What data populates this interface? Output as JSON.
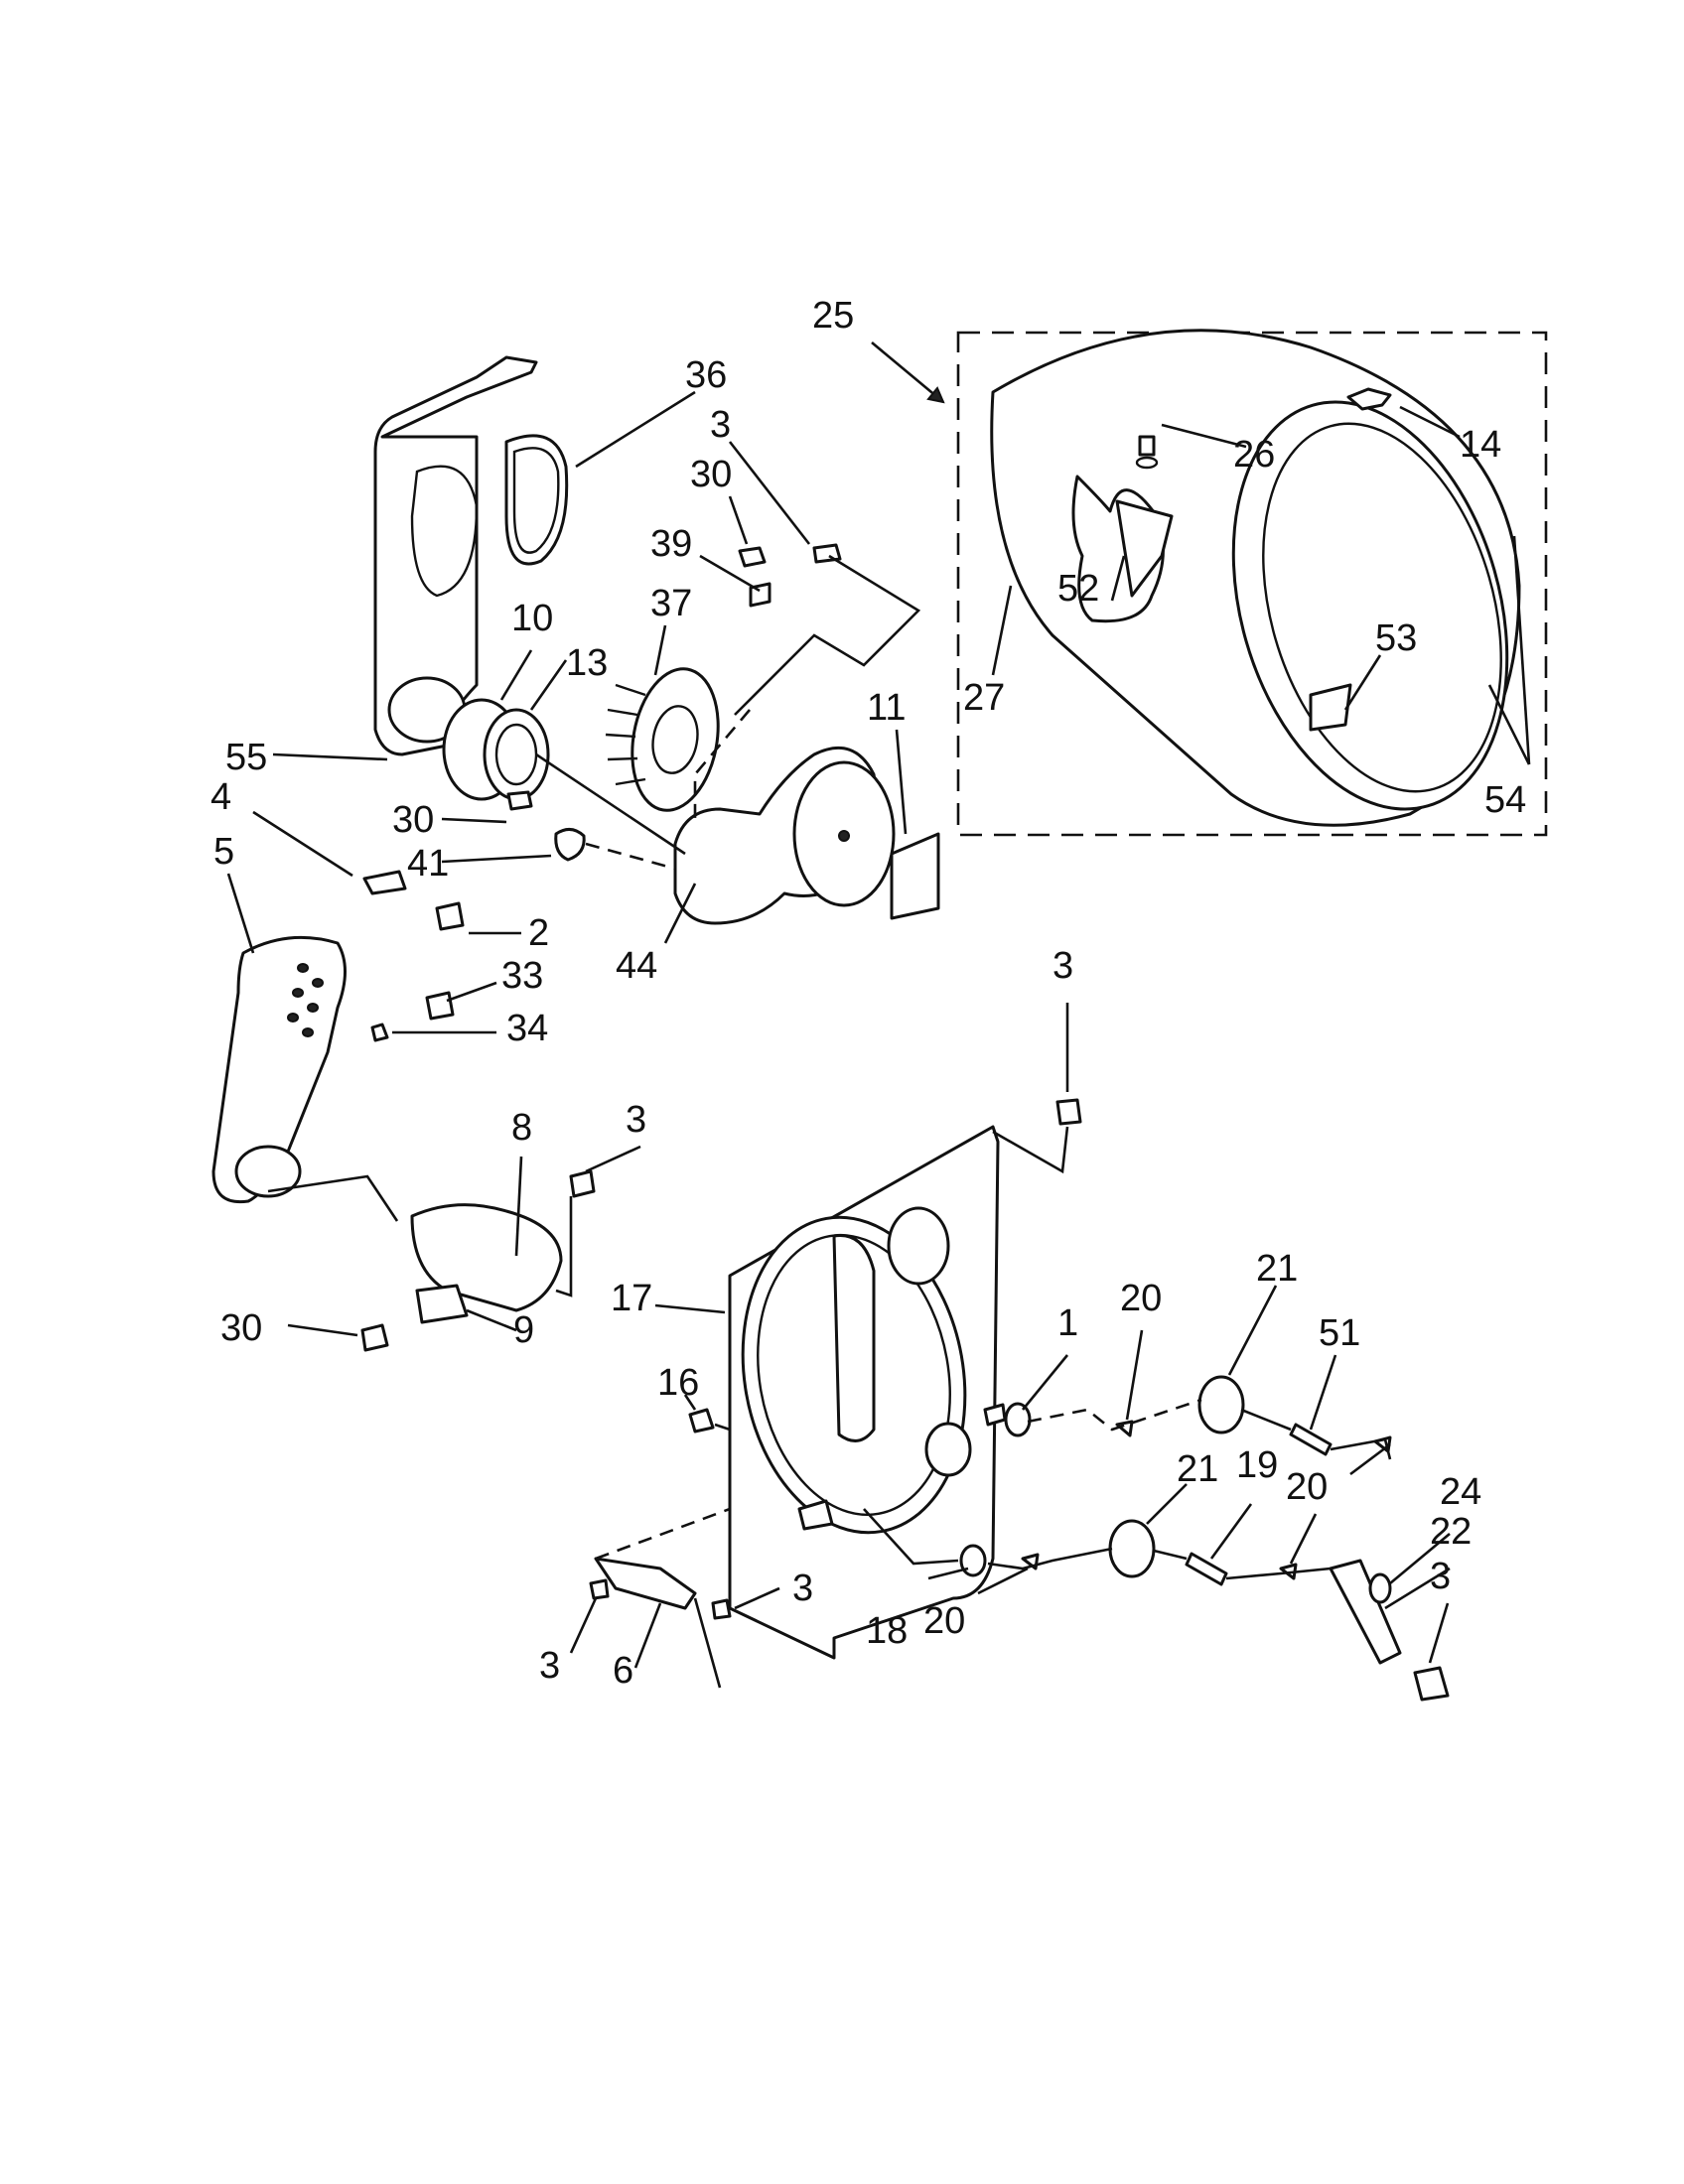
{
  "callouts": {
    "c25": "25",
    "c36": "36",
    "c3_top": "3",
    "c30_top": "30",
    "c39": "39",
    "c37": "37",
    "c10": "10",
    "c13": "13",
    "c11": "11",
    "c55": "55",
    "c4": "4",
    "c30_mid": "30",
    "c41": "41",
    "c2": "2",
    "c5": "5",
    "c44": "44",
    "c33": "33",
    "c34": "34",
    "c26": "26",
    "c14": "14",
    "c52": "52",
    "c27": "27",
    "c53": "53",
    "c54": "54",
    "c3_bkt": "3",
    "c8": "8",
    "c3_heater": "3",
    "c17": "17",
    "c30_low": "30",
    "c9": "9",
    "c16": "16",
    "c1": "1",
    "c20_a": "20",
    "c21_a": "21",
    "c51": "51",
    "c21_b": "21",
    "c19": "19",
    "c20_b": "20",
    "c24": "24",
    "c22": "22",
    "c3_right": "3",
    "c3_front": "3",
    "c18": "18",
    "c20_c": "20",
    "c3_left": "3",
    "c6": "6"
  },
  "colors": {
    "line": "#111111",
    "background": "#ffffff"
  }
}
